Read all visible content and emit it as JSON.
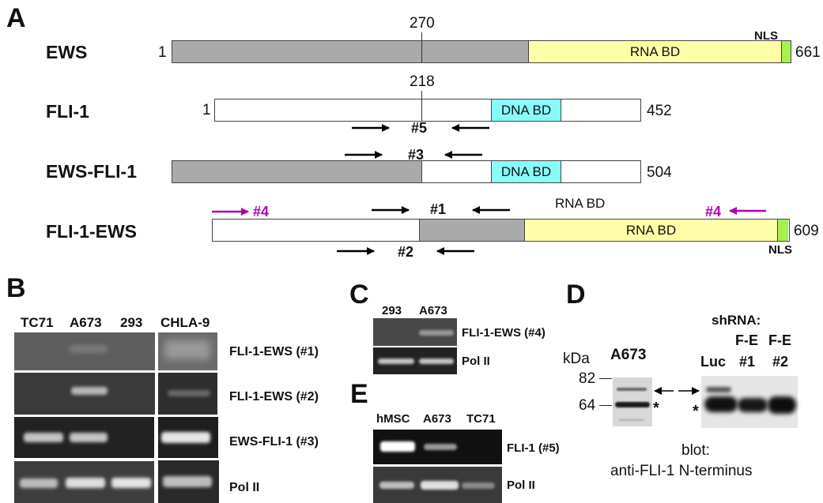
{
  "panels": {
    "A": {
      "letter": "A",
      "proteins": [
        {
          "name": "EWS",
          "start": "1",
          "end": "661",
          "marker": "270",
          "domains": [
            {
              "label": "RNA BD",
              "color": "#ffffa8"
            },
            {
              "label": "NLS",
              "color": "#a6f050"
            }
          ]
        },
        {
          "name": "FLI-1",
          "start": "1",
          "end": "452",
          "marker": "218",
          "domains": [
            {
              "label": "DNA BD",
              "color": "#88fbfb"
            }
          ]
        },
        {
          "name": "EWS-FLI-1",
          "end": "504",
          "domains": [
            {
              "label": "DNA BD",
              "color": "#88fbfb"
            }
          ]
        },
        {
          "name": "FLI-1-EWS",
          "end": "609",
          "domains": [
            {
              "label": "RNA BD",
              "color": "#ffffa8"
            },
            {
              "label": "NLS",
              "color": "#a6f050"
            }
          ],
          "extra_label": "RNA BD"
        }
      ],
      "primers": {
        "p1": "#1",
        "p2": "#2",
        "p3": "#3",
        "p4_left": "#4",
        "p4_right": "#4",
        "p5": "#5"
      },
      "primer_colors": {
        "default": "#000000",
        "p4": "#b000b0"
      },
      "segment_colors": {
        "ews": "#aaaaaa",
        "fli": "#ffffff"
      }
    },
    "B": {
      "letter": "B",
      "lanes": [
        "TC71",
        "A673",
        "293",
        "CHLA-9"
      ],
      "rows": [
        "FLI-1-EWS (#1)",
        "FLI-1-EWS (#2)",
        "EWS-FLI-1 (#3)",
        "Pol II"
      ]
    },
    "C": {
      "letter": "C",
      "lanes": [
        "293",
        "A673"
      ],
      "rows": [
        "FLI-1-EWS (#4)",
        "Pol II"
      ]
    },
    "D": {
      "letter": "D",
      "kda_label": "kDa",
      "markers": [
        "82",
        "64"
      ],
      "left_blot_title": "A673",
      "shrna_label": "shRNA:",
      "lanes": [
        {
          "top": "",
          "bottom": "Luc"
        },
        {
          "top": "F-E",
          "bottom": "#1"
        },
        {
          "top": "F-E",
          "bottom": "#2"
        }
      ],
      "asterisk": "*",
      "caption_line1": "blot:",
      "caption_line2": "anti-FLI-1 N-terminus"
    },
    "E": {
      "letter": "E",
      "lanes": [
        "hMSC",
        "A673",
        "TC71"
      ],
      "rows": [
        "FLI-1 (#5)",
        "Pol II"
      ]
    }
  }
}
